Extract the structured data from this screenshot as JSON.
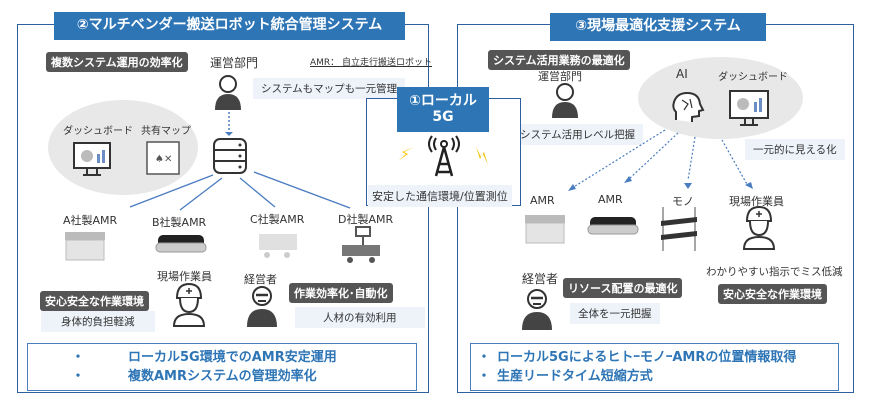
{
  "left": {
    "title": "②マルチベンダー搬送ロボット統合管理システム",
    "tag_efficiency": "複数システム運用の効率化",
    "ops_label": "運営部門",
    "amr_note": "AMR： 自立走行搬送ロボット",
    "ops_note": "システムもマップも一元管理",
    "dashboard": "ダッシュボード",
    "shared_map": "共有マップ",
    "amrs": [
      "A社製AMR",
      "B社製AMR",
      "C社製AMR",
      "D社製AMR"
    ],
    "worker": "現場作業員",
    "tag_safety": "安心安全な作業環境",
    "safety_note": "身体的負担軽減",
    "manager": "経営者",
    "tag_auto": "作業効率化･自動化",
    "auto_note": "人材の有効利用",
    "bullets": [
      "ローカル5G環境でのAMR安定運用",
      "複数AMRシステムの管理効率化"
    ]
  },
  "center": {
    "title_line1": "①ローカル",
    "title_line2": "5G",
    "note": "安定した通信環境/位置測位"
  },
  "right": {
    "title": "③現場最適化支援システム",
    "tag_optimize": "システム活用業務の最適化",
    "ops_label": "運営部門",
    "ops_note": "システム活用レベル把握",
    "ai": "AI",
    "dashboard": "ダッシュボード",
    "visual_note": "一元的に見える化",
    "targets": [
      "AMR",
      "AMR",
      "モノ",
      "現場作業員"
    ],
    "worker_note": "わかりやすい指示でミス低減",
    "tag_safety": "安心安全な作業環境",
    "manager": "経営者",
    "tag_resource": "リソース配置の最適化",
    "manager_note": "全体を一元把握",
    "bullets": [
      "ローカル5GによるヒトｰモノｰAMRの位置情報取得",
      "生産リードタイム短縮方式"
    ]
  },
  "colors": {
    "accent": "#2e75b6",
    "tag": "#555555",
    "note_bg": "#eef3fa",
    "bolt": "#f5c400"
  }
}
